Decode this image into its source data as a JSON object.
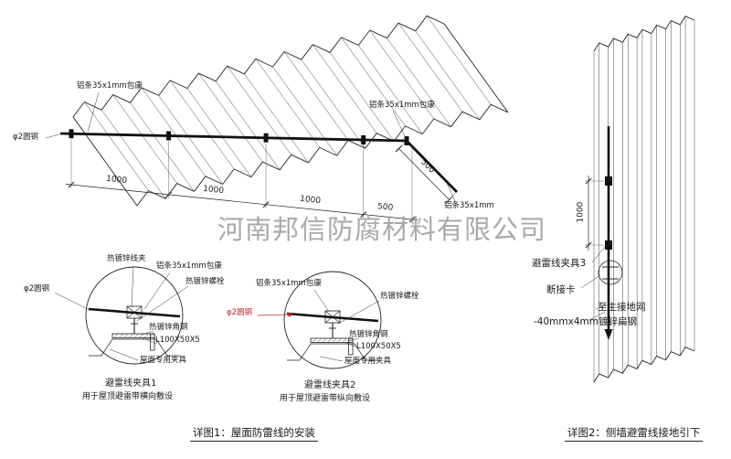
{
  "watermark": "河南邦信防腐材料有限公司",
  "colors": {
    "line": "#222222",
    "red": "#c22525",
    "watermark": "#9b9b9b"
  },
  "main_drawing": {
    "label_strip_top": "铝条35x1mm包康",
    "label_round_steel": "φ2圆钢",
    "label_strip_right": "铝条35x1mm包康",
    "label_strip_end": "铝条35x1mm",
    "dim_1": "1000",
    "dim_2": "1000",
    "dim_3": "1000",
    "dim_4": "500",
    "dim_5": "500",
    "caption": "详图1：屋面防雷线的安装"
  },
  "detail_1": {
    "label_wire_clamp": "热镀锌线夹",
    "label_strip": "铝条35x1mm包康",
    "label_bolt": "热镀锌螺栓",
    "label_round_steel": "φ2圆钢",
    "label_angle_steel": "热镀锌角钢",
    "label_angle_size": "L100X50X5",
    "label_roof_clamp": "屋面专用夹具",
    "title": "避雷线夹具1",
    "subtitle": "用于屋顶避雷带横向敷设"
  },
  "detail_2": {
    "label_strip": "铝条35x1mm包康",
    "label_bolt": "热镀锌螺栓",
    "label_round_steel": "φ2圆钢",
    "label_angle_steel": "热镀锌角钢",
    "label_angle_size": "L100X50X5",
    "label_roof_clamp": "屋面专用夹具",
    "title": "避雷线夹具2",
    "subtitle": "用于屋顶避雷带纵向敷设"
  },
  "wall_drawing": {
    "dim_1": "1000",
    "label_clamp": "避雷线夹具3",
    "label_disconnect": "断接卡",
    "label_to_ground": "至主接地网",
    "label_flat_steel": "-40mmx4mm镀锌扁钢",
    "caption": "详图2：侧墙避雷线接地引下"
  }
}
